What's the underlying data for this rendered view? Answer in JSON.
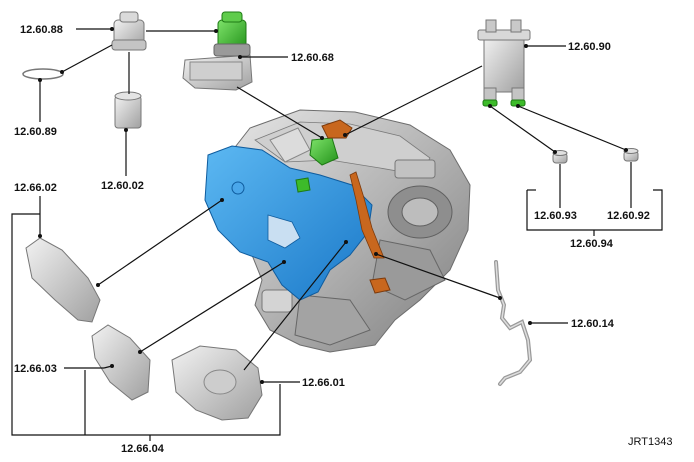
{
  "colors": {
    "timing_cover": "#1e8fe0",
    "highlight_green": "#3dbb2a",
    "highlight_orange": "#c8671e",
    "engine_grey": "#a9a9a9",
    "leader": "#111111"
  },
  "labels": {
    "oil_filter_cap": "12.60.88",
    "oil_filter_housing": "12.60.68",
    "o_ring": "12.60.89",
    "oil_filter_element": "12.60.02",
    "upper_timing_cover": "12.66.02",
    "timing_cover_set": "12.66.03",
    "front_cover_set": "12.66.04",
    "timing_gear_cover": "12.66.01",
    "oil_cooler_housing": "12.60.90",
    "seal_left": "12.60.93",
    "seal_right": "12.60.92",
    "seal_set": "12.60.94",
    "oil_pipe": "12.60.14"
  },
  "reference": "JRT1343"
}
